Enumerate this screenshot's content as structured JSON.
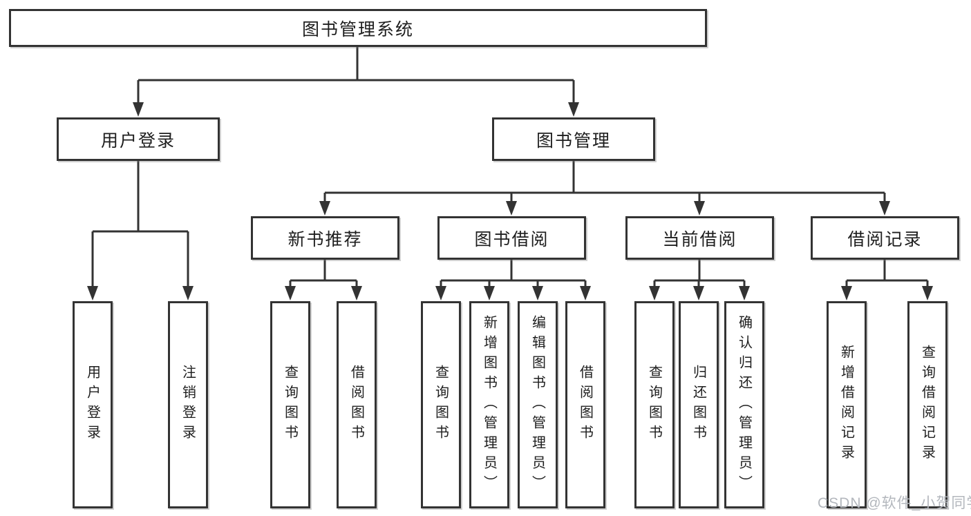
{
  "diagram_title": "图书管理系统",
  "tree": {
    "root": {
      "label": "图书管理系统",
      "children": [
        {
          "label": "用户登录",
          "children": [
            {
              "label": "用户登录"
            },
            {
              "label": "注销登录"
            }
          ]
        },
        {
          "label": "图书管理",
          "children": [
            {
              "label": "新书推荐",
              "children": [
                {
                  "label": "查询图书"
                },
                {
                  "label": "借阅图书"
                }
              ]
            },
            {
              "label": "图书借阅",
              "children": [
                {
                  "label": "查询图书"
                },
                {
                  "label": "新增图书（管理员）"
                },
                {
                  "label": "编辑图书（管理员）"
                },
                {
                  "label": "借阅图书"
                }
              ]
            },
            {
              "label": "当前借阅",
              "children": [
                {
                  "label": "查询图书"
                },
                {
                  "label": "归还图书"
                },
                {
                  "label": "确认归还（管理员）"
                }
              ]
            },
            {
              "label": "借阅记录",
              "children": [
                {
                  "label": "新增借阅记录"
                },
                {
                  "label": "查询借阅记录"
                }
              ]
            }
          ]
        }
      ]
    }
  },
  "watermark": {
    "text": "CSDN @软件_小贺同学"
  },
  "colors": {
    "line": "#333333",
    "box_border": "#333333",
    "box_fill": "#ffffff",
    "text": "#1e1e1e",
    "watermark": "#b3b7bd",
    "background": "#ffffff"
  }
}
